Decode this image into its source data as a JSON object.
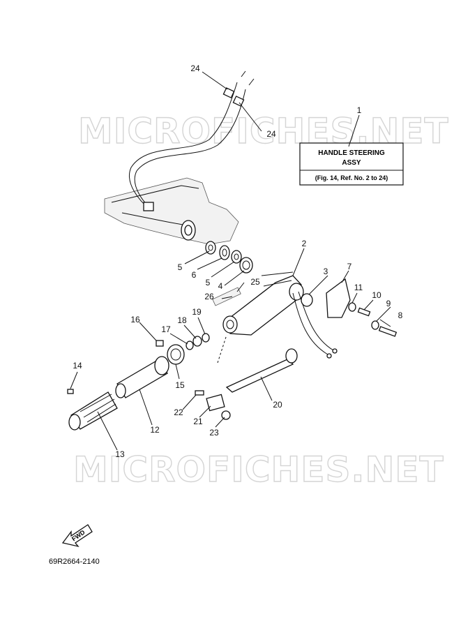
{
  "watermark": "MICROFICHES.NET",
  "reference_box": {
    "line1": "HANDLE STEERING",
    "line2": "ASSY",
    "note": "(Fig. 14, Ref. No. 2 to 24)"
  },
  "callouts": {
    "c1": "1",
    "c2": "2",
    "c3": "3",
    "c4": "4",
    "c5a": "5",
    "c5b": "5",
    "c6": "6",
    "c7": "7",
    "c8": "8",
    "c9": "9",
    "c10": "10",
    "c11": "11",
    "c12": "12",
    "c13": "13",
    "c14": "14",
    "c15": "15",
    "c16": "16",
    "c17": "17",
    "c18": "18",
    "c19": "19",
    "c20": "20",
    "c21": "21",
    "c22": "22",
    "c23": "23",
    "c24a": "24",
    "c24b": "24",
    "c25": "25",
    "c26": "26"
  },
  "fwd_label": "FWD",
  "diagram_code": "69R2664-2140"
}
